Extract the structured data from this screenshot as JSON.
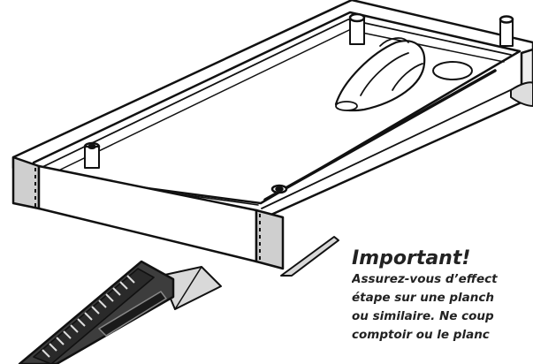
{
  "note": {
    "title": "Important!",
    "lines": [
      "Assurez-vous d’effect",
      "étape sur une planch",
      "ou similaire. Ne coup",
      "comptoir ou le planc"
    ]
  },
  "parts": {
    "tray": "tray-frame-icon",
    "foam_strip": "foam-strip-icon",
    "cardboard": "cardboard-sheet-icon",
    "knife": "utility-knife-icon"
  }
}
